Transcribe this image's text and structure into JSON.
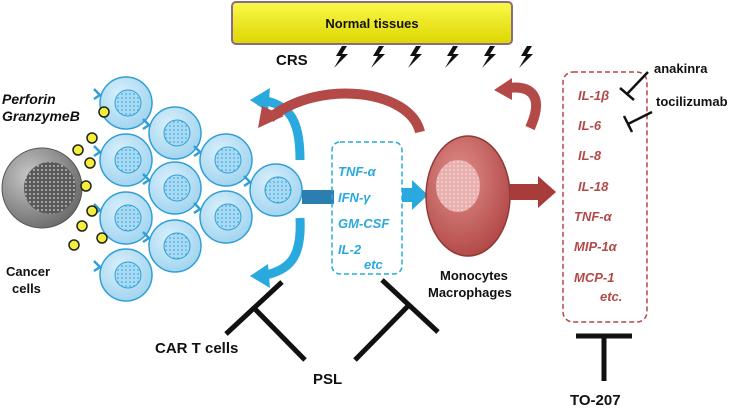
{
  "banner": {
    "label": "Normal tissues"
  },
  "crs_label": "CRS",
  "cancer": {
    "line1": "Cancer",
    "line2": "cells"
  },
  "perforin": {
    "line1": "Perforin",
    "line2": "GranzymeB"
  },
  "car_t_label": "CAR T cells",
  "t_cell_cytokines": [
    "TNF-α",
    "IFN-γ",
    "GM-CSF",
    "IL-2"
  ],
  "t_cell_cytokines_etc": "etc",
  "macrophage": {
    "line1": "Monocytes",
    "line2": "Macrophages"
  },
  "macrophage_cytokines": [
    "IL-1β",
    "IL-6",
    "IL-8",
    "IL-18",
    "TNF-α",
    "MIP-1α",
    "MCP-1"
  ],
  "macrophage_cytokines_etc": "etc.",
  "inhibitors": {
    "anakinra": "anakinra",
    "tocilizumab": "tocilizumab",
    "psl": "PSL",
    "to207": "TO-207"
  },
  "colors": {
    "t_cell_fill": "#b9e1f6",
    "t_cell_stroke": "#2f9fd6",
    "blue_accent": "#2aa9de",
    "macrophage_red": "#c0504d",
    "banner_yellow": "#f4f000",
    "banner_border": "#8a6a8a"
  }
}
